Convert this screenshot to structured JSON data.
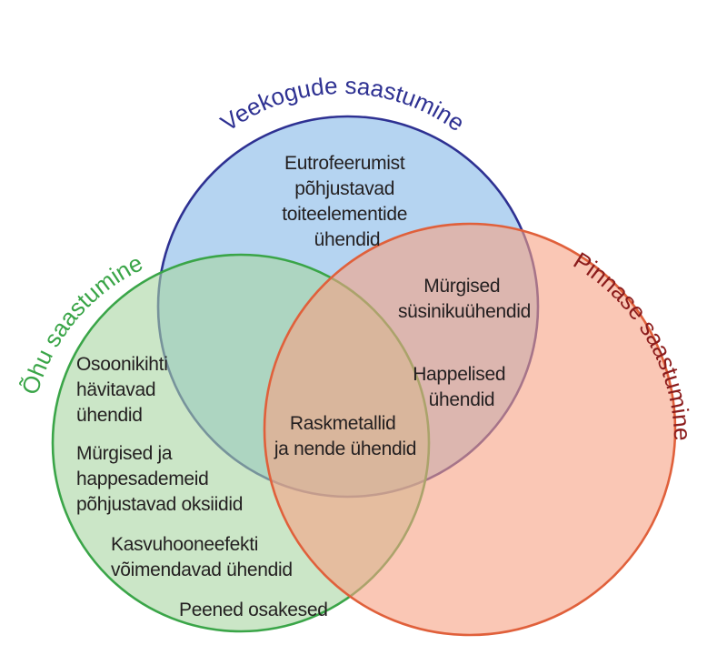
{
  "sets": {
    "water": {
      "title": "Veekogude saastumine",
      "fill": "#92c0ea",
      "stroke": "#2e3192",
      "title_color": "#2e3192"
    },
    "air": {
      "title": "Õhu saastumine",
      "fill": "#a8d5a2",
      "stroke": "#3aa548",
      "title_color": "#3aa548"
    },
    "soil": {
      "title": "Pinnase saastumine",
      "fill": "#f7a183",
      "stroke": "#e0603b",
      "title_color": "#8b1c1c"
    }
  },
  "regions": {
    "water_only": [
      "Eutrofeerumist",
      "põhjustavad",
      "toiteelementide",
      "ühendid"
    ],
    "water_soil_a": [
      "Mürgised",
      "süsinikuühendid"
    ],
    "water_soil_b": [
      "Happelised",
      "ühendid"
    ],
    "all_three": [
      "Raskmetallid",
      "ja nende ühendid"
    ],
    "air_only_a": [
      "Osoonikihti",
      "hävitavad",
      "ühendid"
    ],
    "air_only_b": [
      "Mürgised ja",
      "happesademeid",
      "põhjustavad oksiidid"
    ],
    "air_only_c": [
      "Kasvuhooneefekti",
      "võimendavad ühendid"
    ],
    "air_only_d": [
      "Peened osakesed"
    ]
  }
}
